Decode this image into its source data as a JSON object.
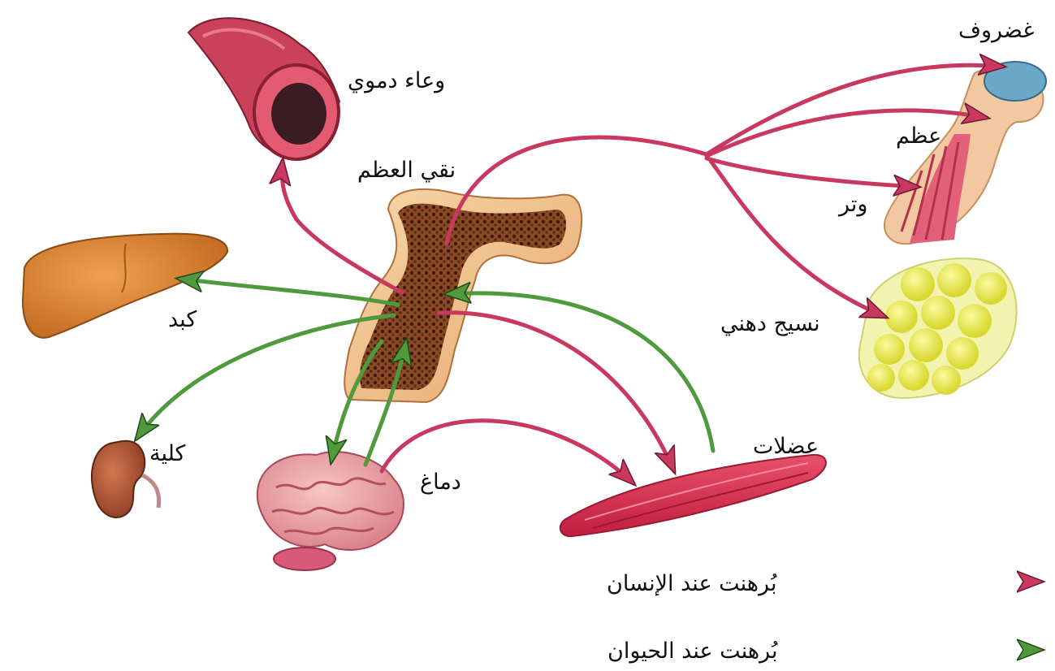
{
  "labels": {
    "blood_vessel": "وعاء دموي",
    "bone_marrow": "نقي العظم",
    "cartilage": "غضروف",
    "bone": "عظم",
    "tendon": "وتر",
    "fat_tissue": "نسيج دهني",
    "liver": "كبد",
    "kidney": "كلية",
    "brain": "دماغ",
    "muscles": "عضلات"
  },
  "legend": {
    "human": "بُرهنت عند الإنسان",
    "animal": "بُرهنت عند الحيوان"
  },
  "colors": {
    "human_arrow": "#c8385f",
    "animal_arrow": "#4f9a3c"
  }
}
